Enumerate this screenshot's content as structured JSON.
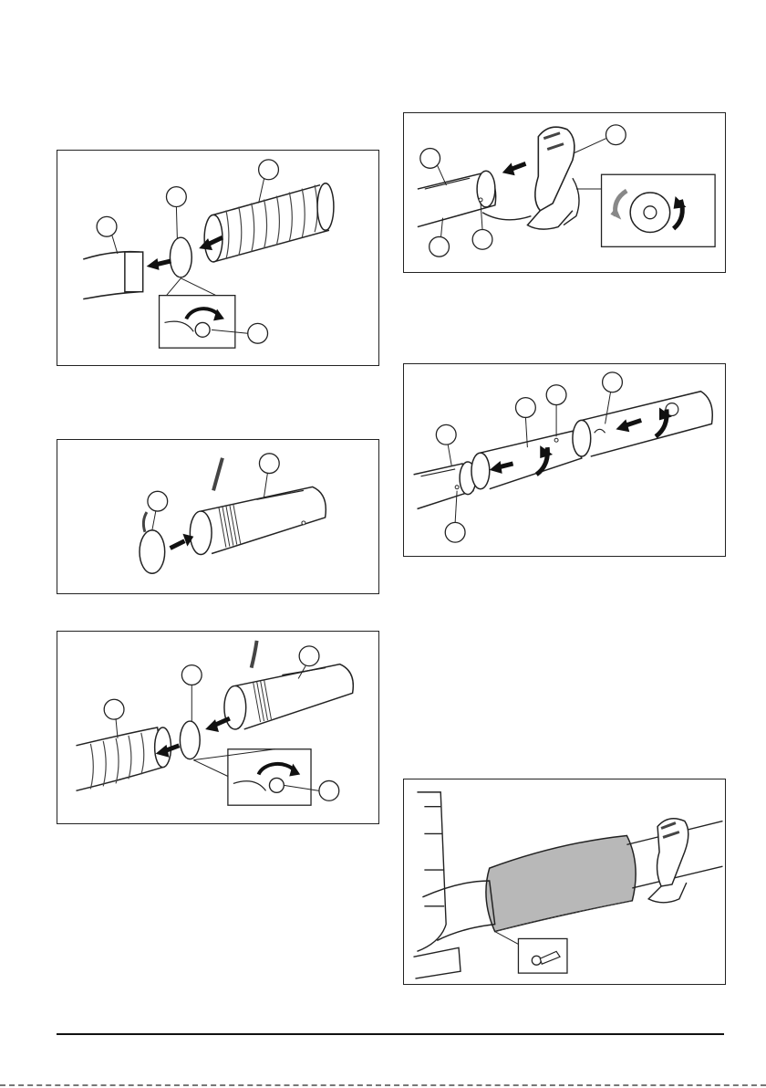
{
  "figures": [
    {
      "id": "fig-remove-flex-hose",
      "callouts": 4
    },
    {
      "id": "fig-clamp-on-tube",
      "callouts": 2
    },
    {
      "id": "fig-attach-flex-hose",
      "callouts": 4
    },
    {
      "id": "fig-handle-remove",
      "callouts": 4
    },
    {
      "id": "fig-tube-sections",
      "callouts": 5
    },
    {
      "id": "fig-storage-cover",
      "callouts": 0
    }
  ],
  "icons": [
    "arrow-icon",
    "rotate-arrow-icon",
    "clamp-screw-icon",
    "callout-circle-icon"
  ]
}
